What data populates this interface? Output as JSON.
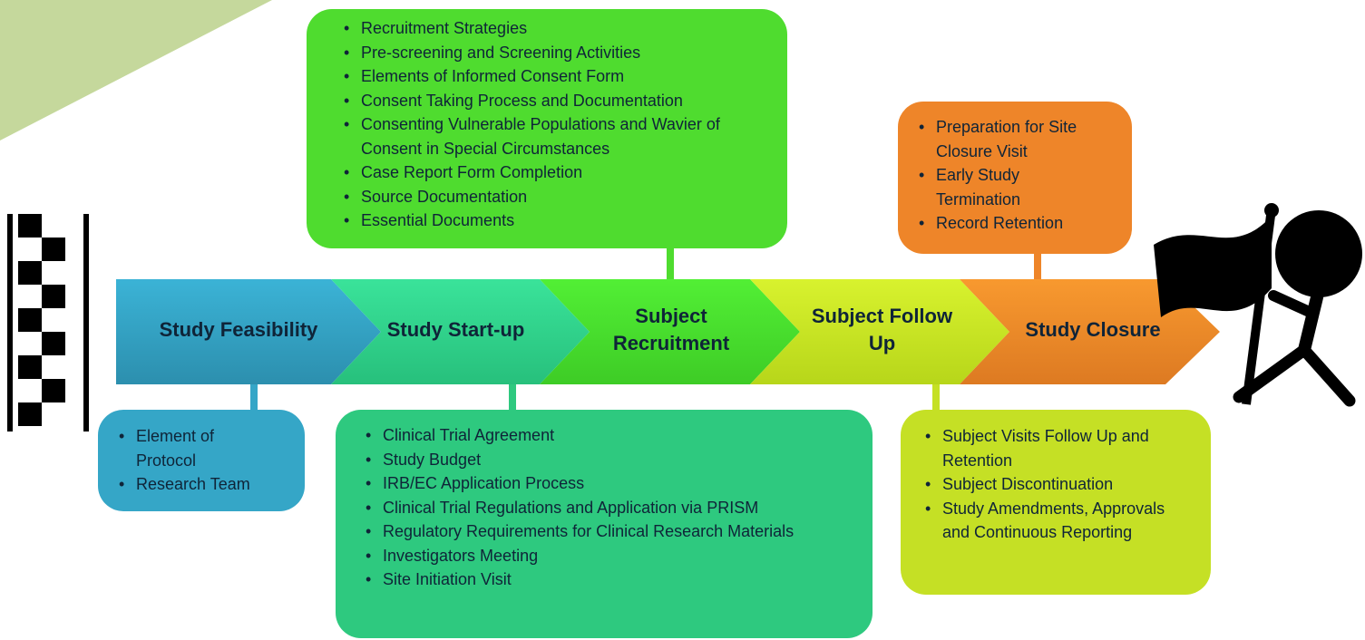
{
  "stages": [
    {
      "label": "Study Feasibility",
      "color": "#33a6c8"
    },
    {
      "label": "Study Start-up",
      "color": "#2fd990"
    },
    {
      "label": "Subject Recruitment",
      "color": "#4be637"
    },
    {
      "label": "Subject Follow Up",
      "color": "#c6ea22"
    },
    {
      "label": "Study Closure",
      "color": "#f0892b"
    }
  ],
  "boxes": {
    "feasibility": {
      "color": "#35a6c7",
      "items": [
        "Element of Protocol",
        "Research Team"
      ]
    },
    "startup": {
      "color": "#2ec97f",
      "items": [
        "Clinical Trial Agreement",
        "Study Budget",
        "IRB/EC Application Process",
        "Clinical Trial Regulations and Application via PRISM",
        "Regulatory Requirements for Clinical Research Materials",
        "Investigators Meeting",
        "Site Initiation Visit"
      ]
    },
    "recruitment": {
      "color": "#4fdc2f",
      "items": [
        "Recruitment Strategies",
        "Pre-screening and Screening Activities",
        "Elements of Informed Consent Form",
        "Consent Taking Process and Documentation",
        "Consenting Vulnerable Populations and Wavier of Consent in Special Circumstances",
        "Case Report Form Completion",
        "Source Documentation",
        "Essential Documents"
      ]
    },
    "followup": {
      "color": "#c5e025",
      "items": [
        "Subject Visits Follow Up and Retention",
        "Subject Discontinuation",
        "Study Amendments, Approvals and Continuous Reporting"
      ]
    },
    "closure": {
      "color": "#ee8529",
      "items": [
        "Preparation for Site Closure Visit",
        "Early Study Termination",
        "Record Retention"
      ]
    }
  },
  "decor": {
    "corner_color": "#c5d89c",
    "icon_start": "checkered-flag-icon",
    "icon_end": "flag-figure-icon"
  }
}
